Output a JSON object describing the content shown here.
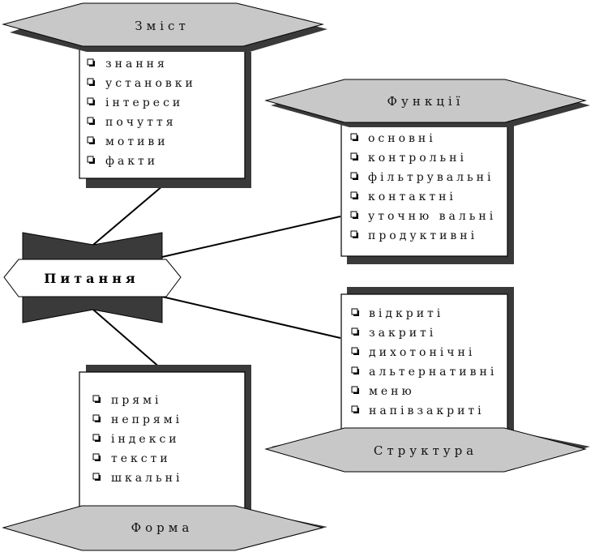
{
  "center": {
    "label": "Питання"
  },
  "groups": {
    "content": {
      "title": "Зміст",
      "items": [
        "знання",
        "установки",
        "інтереси",
        "почуття",
        "мотиви",
        "факти"
      ]
    },
    "functions": {
      "title": "Функції",
      "items": [
        "основні",
        "контрольні",
        "фільтрувальні",
        "контактні",
        "уточню вальні",
        "продуктивні"
      ]
    },
    "structure": {
      "title": "Структура",
      "items": [
        "відкриті",
        "закриті",
        "дихотонічні",
        "альтернативні",
        "меню",
        "напівзакриті"
      ]
    },
    "form": {
      "title": "Форма",
      "items": [
        "прямі",
        "непрямі",
        "індекси",
        "тексти",
        "шкальні"
      ]
    }
  },
  "colors": {
    "hexagon_fill": "#c8c8c8",
    "shadow": "#3a3a3a",
    "box_fill": "#ffffff",
    "line": "#000000"
  }
}
